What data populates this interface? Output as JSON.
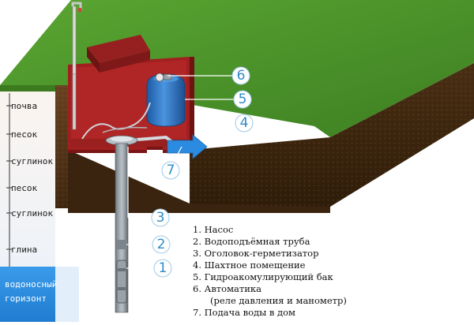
{
  "soil_layers": [
    {
      "label": "почва"
    },
    {
      "label": "песок"
    },
    {
      "label": "суглинок"
    },
    {
      "label": "песок"
    },
    {
      "label": "суглинок"
    },
    {
      "label": "глина"
    }
  ],
  "aquifer": {
    "line1": "водоносный",
    "line2": "горизонт"
  },
  "callouts": [
    {
      "num": "1"
    },
    {
      "num": "2"
    },
    {
      "num": "3"
    },
    {
      "num": "4"
    },
    {
      "num": "5"
    },
    {
      "num": "6"
    },
    {
      "num": "7"
    }
  ],
  "legend": [
    "1. Насос",
    "2. Водоподъёмная труба",
    "3. Оголовок-герметизатор",
    "4. Шахтное помещение",
    "5. Гидроакомулирующий бак",
    "6. Автоматика",
    "(реле давления и манометр)",
    "7. Подача воды в дом"
  ],
  "colors": {
    "grass": "#4e9a2c",
    "soil": "#5a3a1c",
    "chamber": "#8f1a1a",
    "tank": "#2a6fb8",
    "arrow": "#2a8be0",
    "aquifer": "#2f8fe0",
    "callout": "#2e8bc8"
  }
}
